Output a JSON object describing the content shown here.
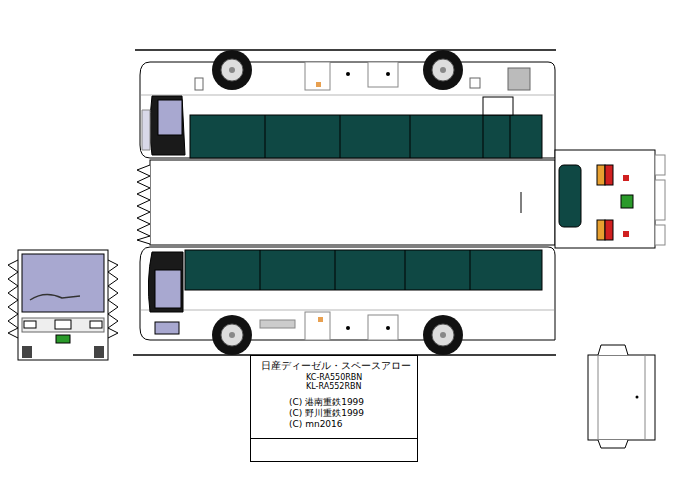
{
  "diagram": {
    "nodes": [
      {
        "text": [
          "日産ディーゼル・スペースアロー",
          "KC-RA550RBN",
          "KL-RA552RBN",
          "(C) 港南重鉄1999",
          "(C) 野川重鉄1999",
          "(C) mn2016"
        ]
      }
    ]
  }
}
